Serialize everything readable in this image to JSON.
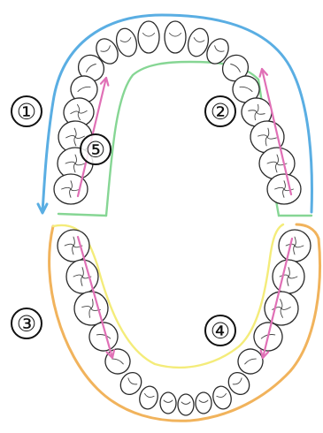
{
  "labels": [
    {
      "key": "q1",
      "text": "①"
    },
    {
      "key": "q2",
      "text": "②"
    },
    {
      "key": "q3",
      "text": "③"
    },
    {
      "key": "q4",
      "text": "④"
    },
    {
      "key": "q5",
      "text": "⑤"
    }
  ],
  "colors": {
    "upper_right_outline": "#5aaee3",
    "upper_left_outline": "#86d694",
    "lower_right_outline": "#f1b35c",
    "lower_left_outline": "#f4ec7a",
    "mesial_distal_arrows": "#e070b6",
    "tooth_outline": "#2a2a2a"
  }
}
